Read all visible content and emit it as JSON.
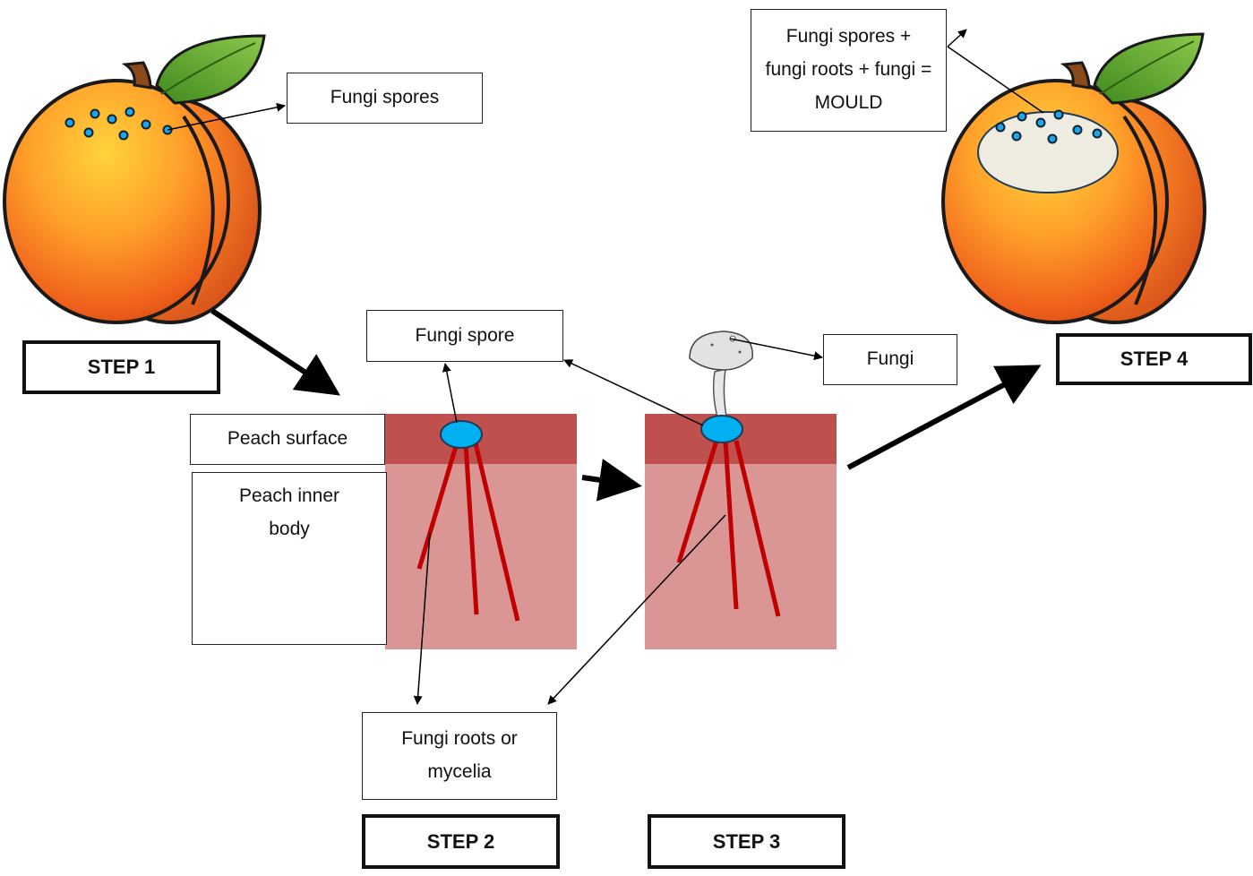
{
  "labels": {
    "fungi_spores": "Fungi spores",
    "mould": "Fungi spores + fungi roots + fungi = MOULD",
    "fungi_spore": "Fungi spore",
    "fungi": "Fungi",
    "peach_surface": "Peach surface",
    "peach_inner_body": "Peach inner body",
    "fungi_roots": "Fungi roots or mycelia"
  },
  "steps": {
    "step1": "STEP 1",
    "step2": "STEP 2",
    "step3": "STEP 3",
    "step4": "STEP 4"
  },
  "colors": {
    "peach_surface": "#c0504d",
    "peach_inner": "#d99694",
    "spore_fill": "#1ea7e8",
    "root": "#c00000",
    "mould": "#eeece1",
    "peach_orange": "#f5851f",
    "leaf": "#5a9e2a"
  }
}
